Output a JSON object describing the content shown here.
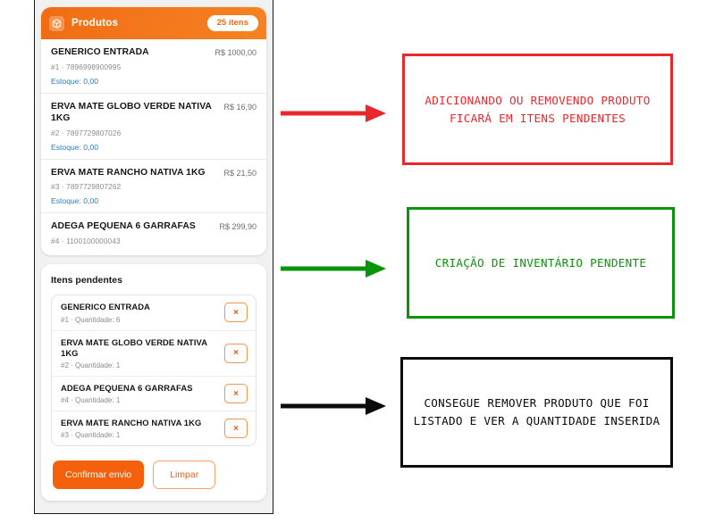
{
  "app": {
    "header": {
      "icon": "package-icon",
      "title": "Produtos",
      "badge": "25 itens",
      "bg_color": "#f4761c",
      "text_color": "#ffffff"
    },
    "products": [
      {
        "name": "GENERICO ENTRADA",
        "price": "R$ 1000,00",
        "code": "#1 · 7896998900995",
        "stock": "Estoque: 0,00"
      },
      {
        "name": "ERVA MATE GLOBO VERDE NATIVA 1KG",
        "price": "R$ 16,90",
        "code": "#2 · 7897729807026",
        "stock": "Estoque: 0,00"
      },
      {
        "name": "ERVA MATE RANCHO NATIVA 1KG",
        "price": "R$ 21,50",
        "code": "#3 · 7897729807262",
        "stock": "Estoque: 0,00"
      },
      {
        "name": "ADEGA PEQUENA 6 GARRAFAS",
        "price": "R$ 299,90",
        "code": "#4 · 1100100000043",
        "stock": ""
      }
    ],
    "pending": {
      "title": "Itens pendentes",
      "remove_label": "×",
      "items": [
        {
          "name": "GENERICO ENTRADA",
          "meta": "#1 · Quantidade: 6"
        },
        {
          "name": "ERVA MATE GLOBO VERDE NATIVA 1KG",
          "meta": "#2 · Quantidade: 1"
        },
        {
          "name": "ADEGA PEQUENA 6 GARRAFAS",
          "meta": "#4 · Quantidade: 1"
        },
        {
          "name": "ERVA MATE RANCHO NATIVA 1KG",
          "meta": "#3 · Quantidade: 1"
        }
      ]
    },
    "actions": {
      "confirm_label": "Confirmar envio",
      "clear_label": "Limpar"
    },
    "colors": {
      "accent": "#f4600c",
      "stock_text": "#2e7db8",
      "muted_text": "#8b8b8b"
    }
  },
  "annotations": [
    {
      "id": "red",
      "text": "ADICIONANDO OU REMOVENDO PRODUTO FICARÁ EM ITENS PENDENTES",
      "color": "#e8282d"
    },
    {
      "id": "green",
      "text": "CRIAÇÃO DE INVENTÁRIO PENDENTE",
      "color": "#0a9409"
    },
    {
      "id": "black",
      "text": "CONSEGUE REMOVER PRODUTO QUE FOI LISTADO E VER A QUANTIDADE INSERIDA",
      "color": "#0b0b0b"
    }
  ]
}
